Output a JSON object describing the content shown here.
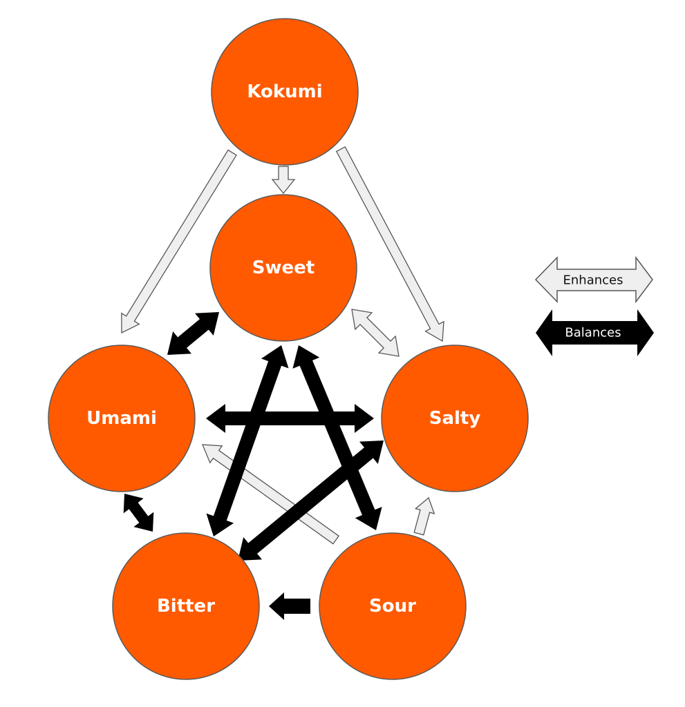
{
  "colors": {
    "node_fill": "#FF5A00",
    "node_stroke": "#5a5a5a",
    "enhance_fill": "#EFEFEF",
    "enhance_stroke": "#555555",
    "balance_fill": "#000000",
    "label_text": "#FFFFFF",
    "legend_enhance_text": "#111111",
    "legend_balance_text": "#FFFFFF"
  },
  "nodes": {
    "kokumi": {
      "label": "Kokumi"
    },
    "sweet": {
      "label": "Sweet"
    },
    "umami": {
      "label": "Umami"
    },
    "salty": {
      "label": "Salty"
    },
    "bitter": {
      "label": "Bitter"
    },
    "sour": {
      "label": "Sour"
    }
  },
  "legend": {
    "enhances": {
      "label": "Enhances",
      "icon": "double-arrow-outline-icon"
    },
    "balances": {
      "label": "Balances",
      "icon": "double-arrow-solid-icon"
    }
  },
  "relations": [
    {
      "from": "Kokumi",
      "to": "Umami",
      "type": "enhances",
      "direction": "one-way"
    },
    {
      "from": "Kokumi",
      "to": "Sweet",
      "type": "enhances",
      "direction": "one-way"
    },
    {
      "from": "Kokumi",
      "to": "Salty",
      "type": "enhances",
      "direction": "one-way"
    },
    {
      "from": "Sweet",
      "to": "Salty",
      "type": "enhances",
      "direction": "two-way"
    },
    {
      "from": "Sour",
      "to": "Umami",
      "type": "enhances",
      "direction": "one-way"
    },
    {
      "from": "Sour",
      "to": "Salty",
      "type": "enhances",
      "direction": "one-way"
    },
    {
      "from": "Sweet",
      "to": "Umami",
      "type": "balances",
      "direction": "two-way"
    },
    {
      "from": "Umami",
      "to": "Salty",
      "type": "balances",
      "direction": "two-way"
    },
    {
      "from": "Sweet",
      "to": "Bitter",
      "type": "balances",
      "direction": "two-way"
    },
    {
      "from": "Sweet",
      "to": "Sour",
      "type": "balances",
      "direction": "two-way"
    },
    {
      "from": "Salty",
      "to": "Bitter",
      "type": "balances",
      "direction": "two-way"
    },
    {
      "from": "Umami",
      "to": "Bitter",
      "type": "balances",
      "direction": "two-way"
    },
    {
      "from": "Sour",
      "to": "Bitter",
      "type": "balances",
      "direction": "one-way"
    }
  ]
}
